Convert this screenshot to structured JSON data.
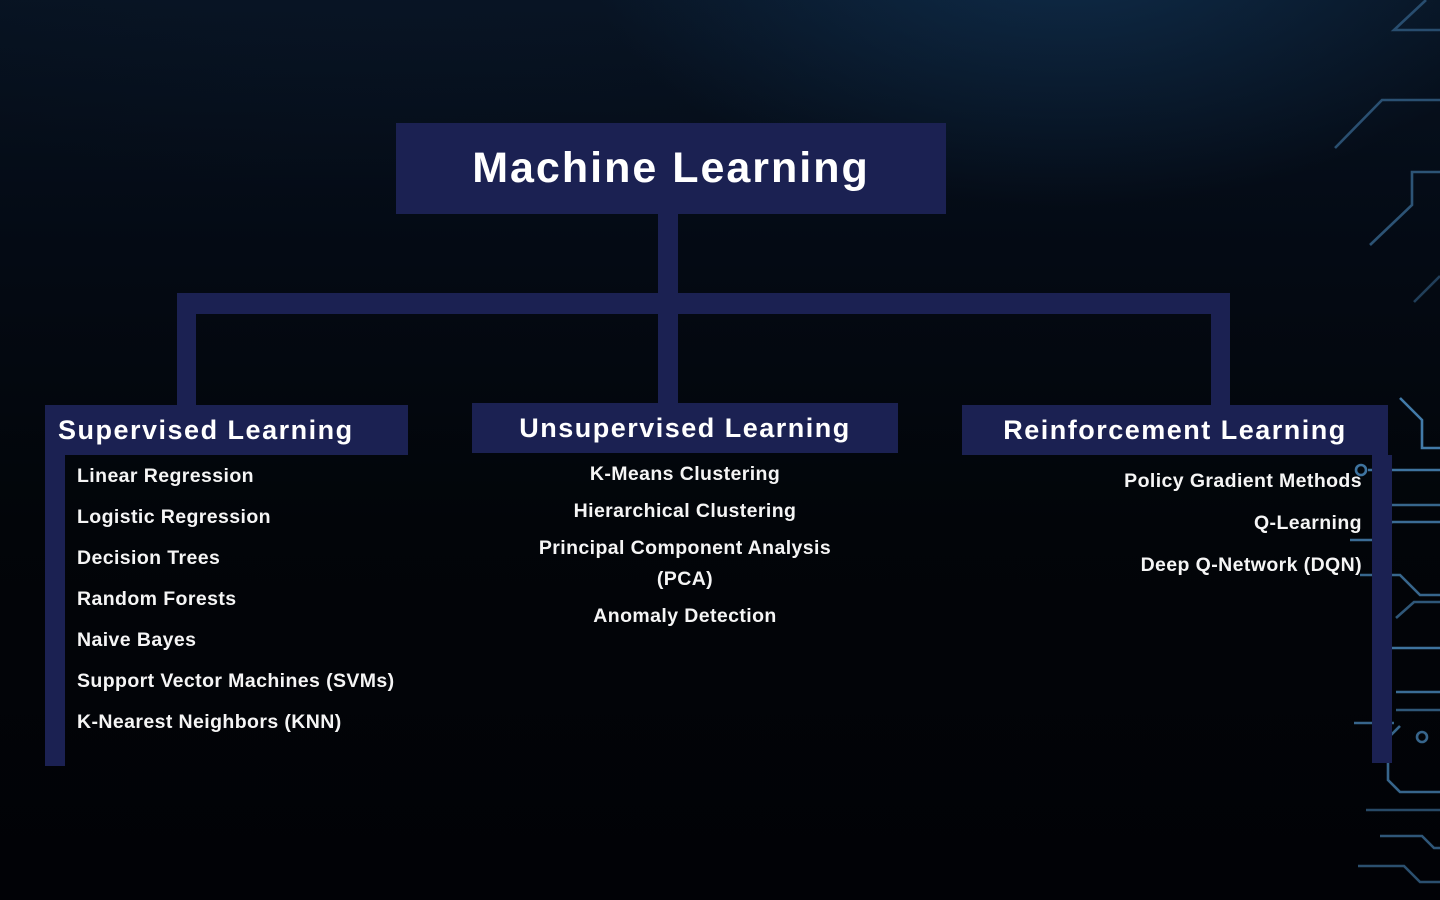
{
  "title": "Machine Learning",
  "branches": [
    {
      "name": "Supervised Learning",
      "items": [
        "Linear Regression",
        "Logistic Regression",
        "Decision Trees",
        "Random Forests",
        "Naive Bayes",
        "Support Vector Machines (SVMs)",
        "K-Nearest Neighbors (KNN)"
      ]
    },
    {
      "name": "Unsupervised Learning",
      "items": [
        "K-Means Clustering",
        "Hierarchical Clustering",
        "Principal Component Analysis (PCA)",
        "Anomaly Detection"
      ]
    },
    {
      "name": "Reinforcement Learning",
      "items": [
        "Policy Gradient Methods",
        "Q-Learning",
        "Deep Q-Network (DQN)"
      ]
    }
  ],
  "colors": {
    "node_fill": "#1b2152",
    "text": "#ffffff",
    "circuit_trace": "#4e8fc4",
    "background_glow": "#17476f",
    "background_base": "#020509"
  }
}
